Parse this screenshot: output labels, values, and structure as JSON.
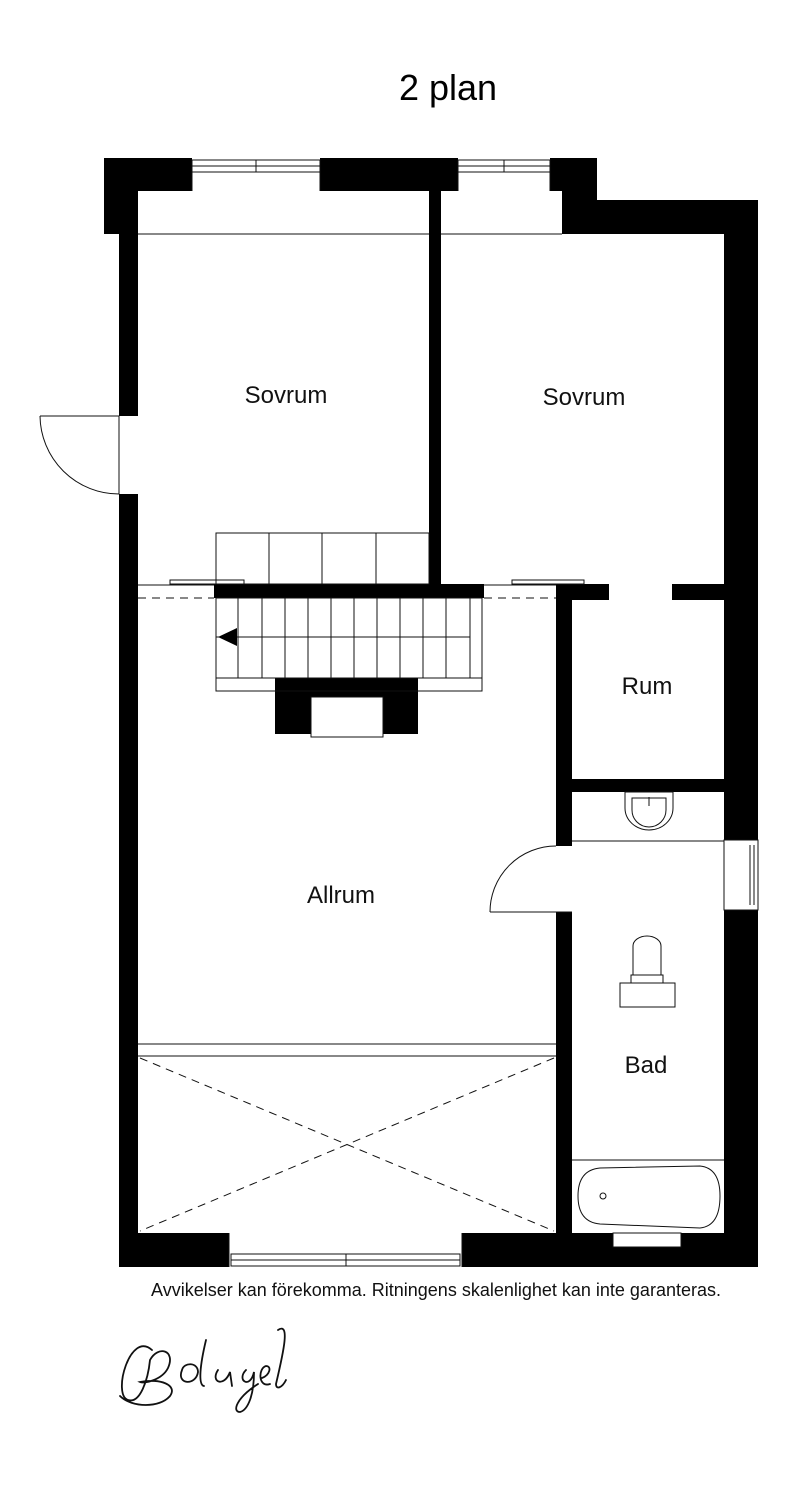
{
  "title": "2 plan",
  "rooms": {
    "sovrum_left": "Sovrum",
    "sovrum_right": "Sovrum",
    "rum": "Rum",
    "allrum": "Allrum",
    "bad": "Bad"
  },
  "disclaimer": "Avvikelser kan förekomma. Ritningens skalenlighet kan inte garanteras.",
  "logo_text": "Bolaget",
  "colors": {
    "wall": "#000000",
    "line": "#111111",
    "background": "#ffffff"
  }
}
